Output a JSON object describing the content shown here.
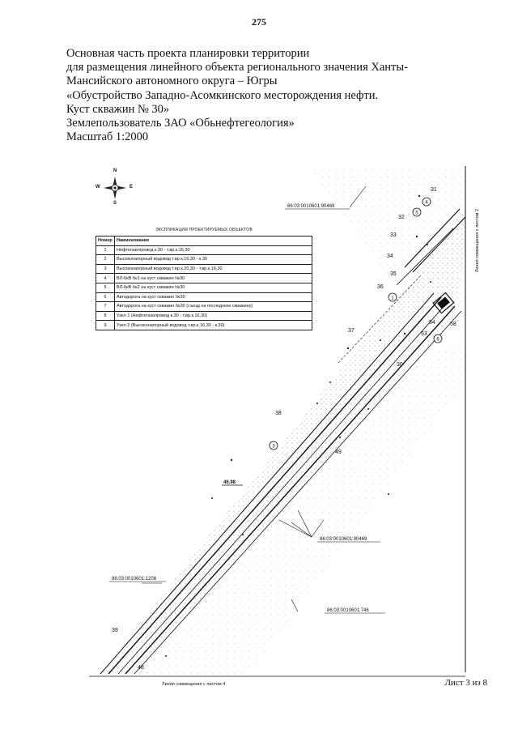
{
  "page_number": "275",
  "header": {
    "lines": [
      "Основная часть проекта планировки территории",
      "для размещения линейного объекта регионального значения Ханты-",
      "Мансийского автономного округа – Югры",
      "«Обустройство Западно-Асомкинского месторождения нефти.",
      "Куст скважин № 30»",
      "Землепользователь ЗАО «Обьнефтегеология»",
      "Масштаб 1:2000"
    ]
  },
  "compass": {
    "n": "N",
    "s": "S",
    "w": "W",
    "e": "E"
  },
  "legend": {
    "title": "ЭКСПЛИКАЦИЯ ПРОЕКТИРУЕМЫХ ОБЪЕКТОВ",
    "headers": [
      "Номер",
      "Наименование"
    ],
    "rows": [
      [
        "1",
        "Нефтегазопровод к.30 - т.вр.к.16,30"
      ],
      [
        "2",
        "Высоконапорный водовод  т.вр.к.16,30 - к.30"
      ],
      [
        "3",
        "Высоконапорный водовод т.вр.к.20,30 - т.вр.к.16,30"
      ],
      [
        "4",
        "ВЛ-6кВ №1 на куст скважин №30"
      ],
      [
        "5",
        "ВЛ-6кВ №2 на куст скважин №30"
      ],
      [
        "6",
        "Автодорога на куст скважин №30"
      ],
      [
        "7",
        "Автодорога на куст скважин №30  (съезд на последнюю скважину)"
      ],
      [
        "8",
        "Узел 1 (Нефтегазопровод к.30 - т.вр.к.16,30)"
      ],
      [
        "9",
        "Узел 2 (Высоконапорный водовод  т.вр.к.16,30 - к.30)"
      ]
    ]
  },
  "map": {
    "cadastral": [
      "86:03:0010601:90469",
      "86:03:0010601:90469",
      "86:03:0010601:1208",
      "86:03:0010601:746"
    ],
    "point_numbers": [
      "31",
      "32",
      "33",
      "34",
      "35",
      "36",
      "37",
      "38",
      "39",
      "48",
      "49",
      "53",
      "54",
      "58",
      "30"
    ],
    "circled": [
      "4",
      "5",
      "1",
      "6",
      "3"
    ],
    "elevation": "46.98",
    "match_line_right": "Линия совмещения с листом 2",
    "match_line_bottom": "Линия совмещения с листом 4"
  },
  "footer": {
    "sheet": "Лист 3 из 8"
  }
}
